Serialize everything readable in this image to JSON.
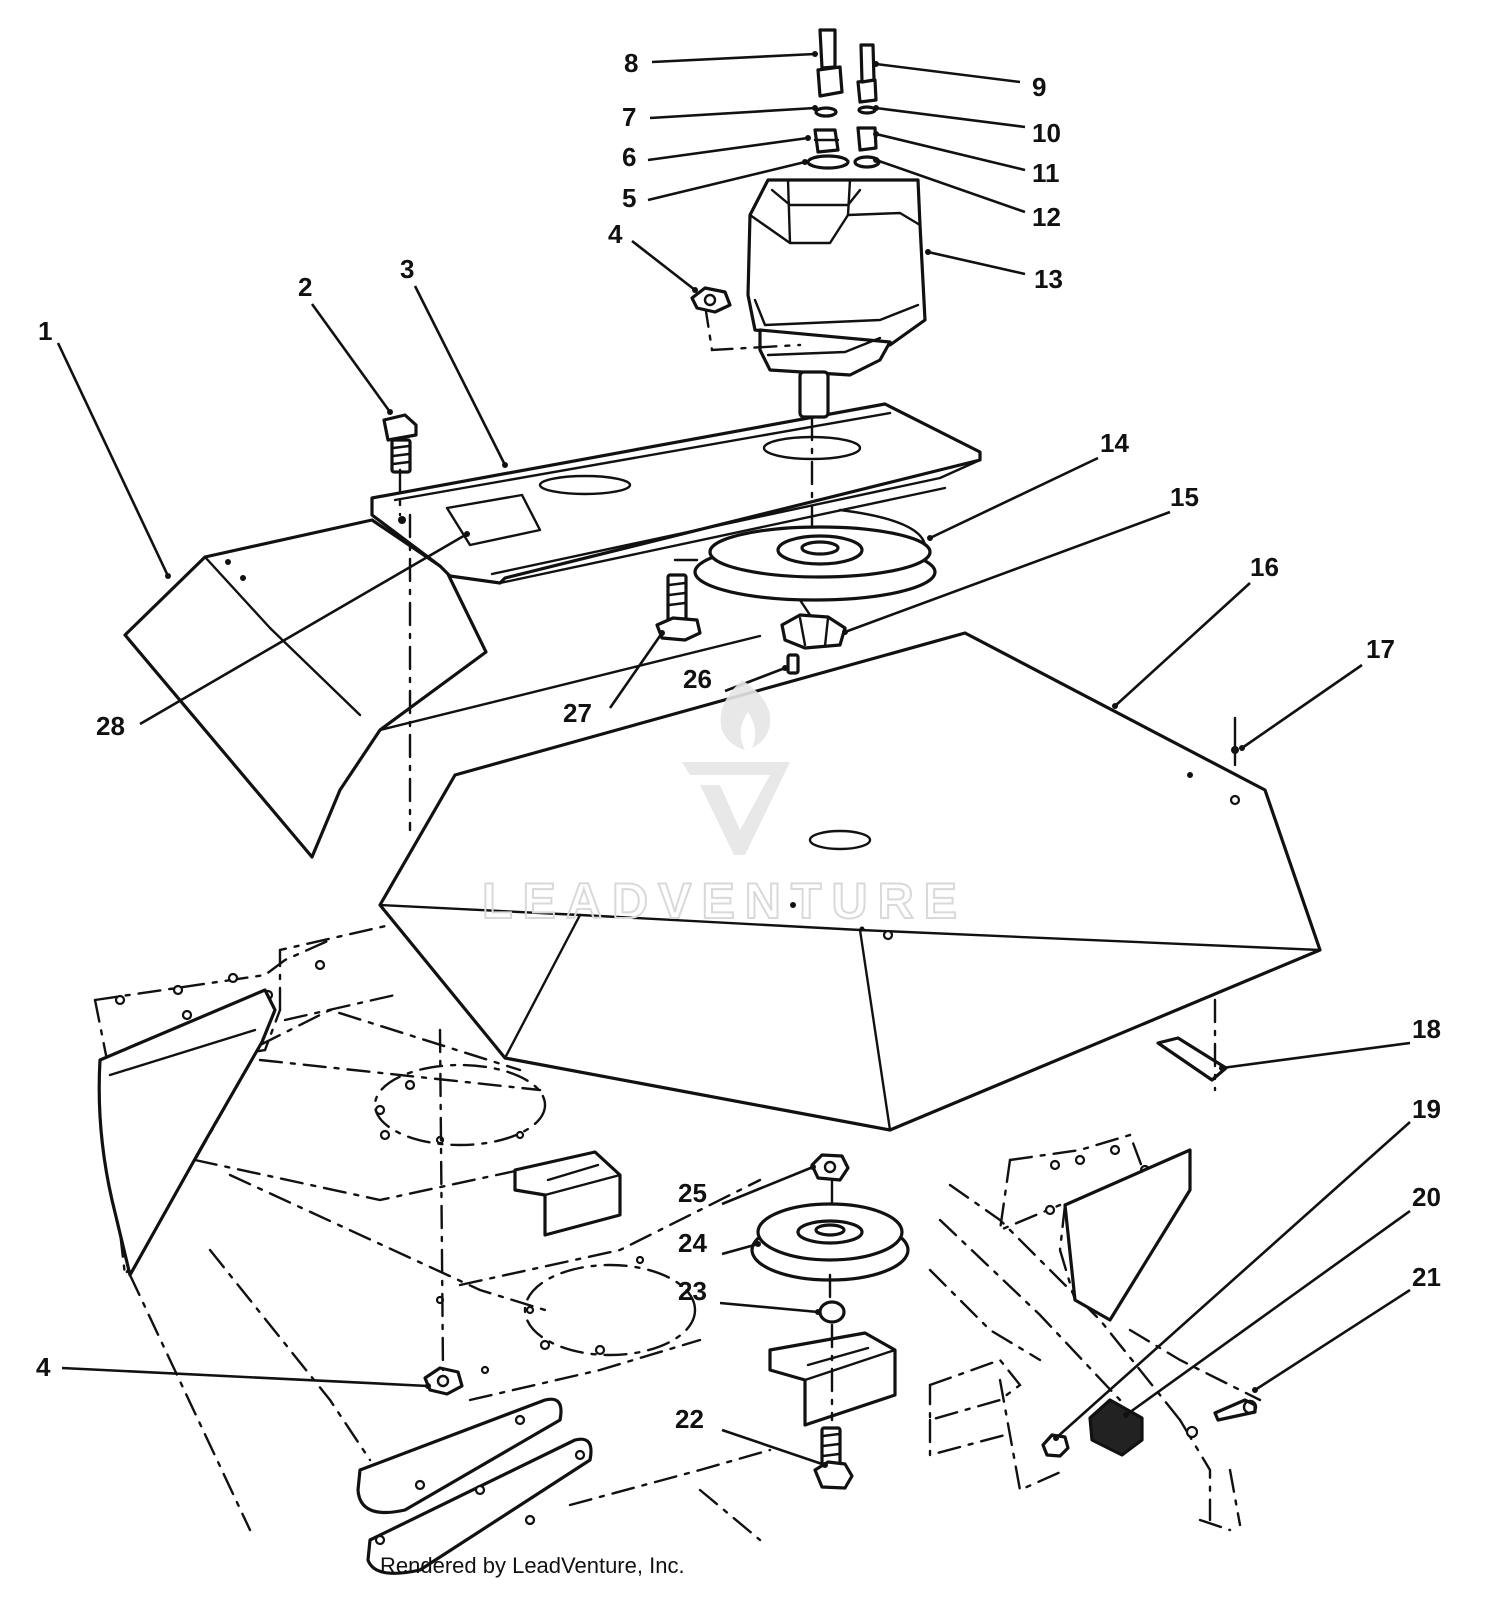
{
  "watermark": {
    "text": "LEADVENTURE"
  },
  "credit": "Rendered by LeadVenture, Inc.",
  "callouts": {
    "c1": "1",
    "c2": "2",
    "c3": "3",
    "c4a": "4",
    "c4b": "4",
    "c5": "5",
    "c6": "6",
    "c7": "7",
    "c8": "8",
    "c9": "9",
    "c10": "10",
    "c11": "11",
    "c12": "12",
    "c13": "13",
    "c14": "14",
    "c15": "15",
    "c16": "16",
    "c17": "17",
    "c18": "18",
    "c19": "19",
    "c20": "20",
    "c21": "21",
    "c22": "22",
    "c23": "23",
    "c24": "24",
    "c25": "25",
    "c26": "26",
    "c27": "27",
    "c28": "28"
  }
}
